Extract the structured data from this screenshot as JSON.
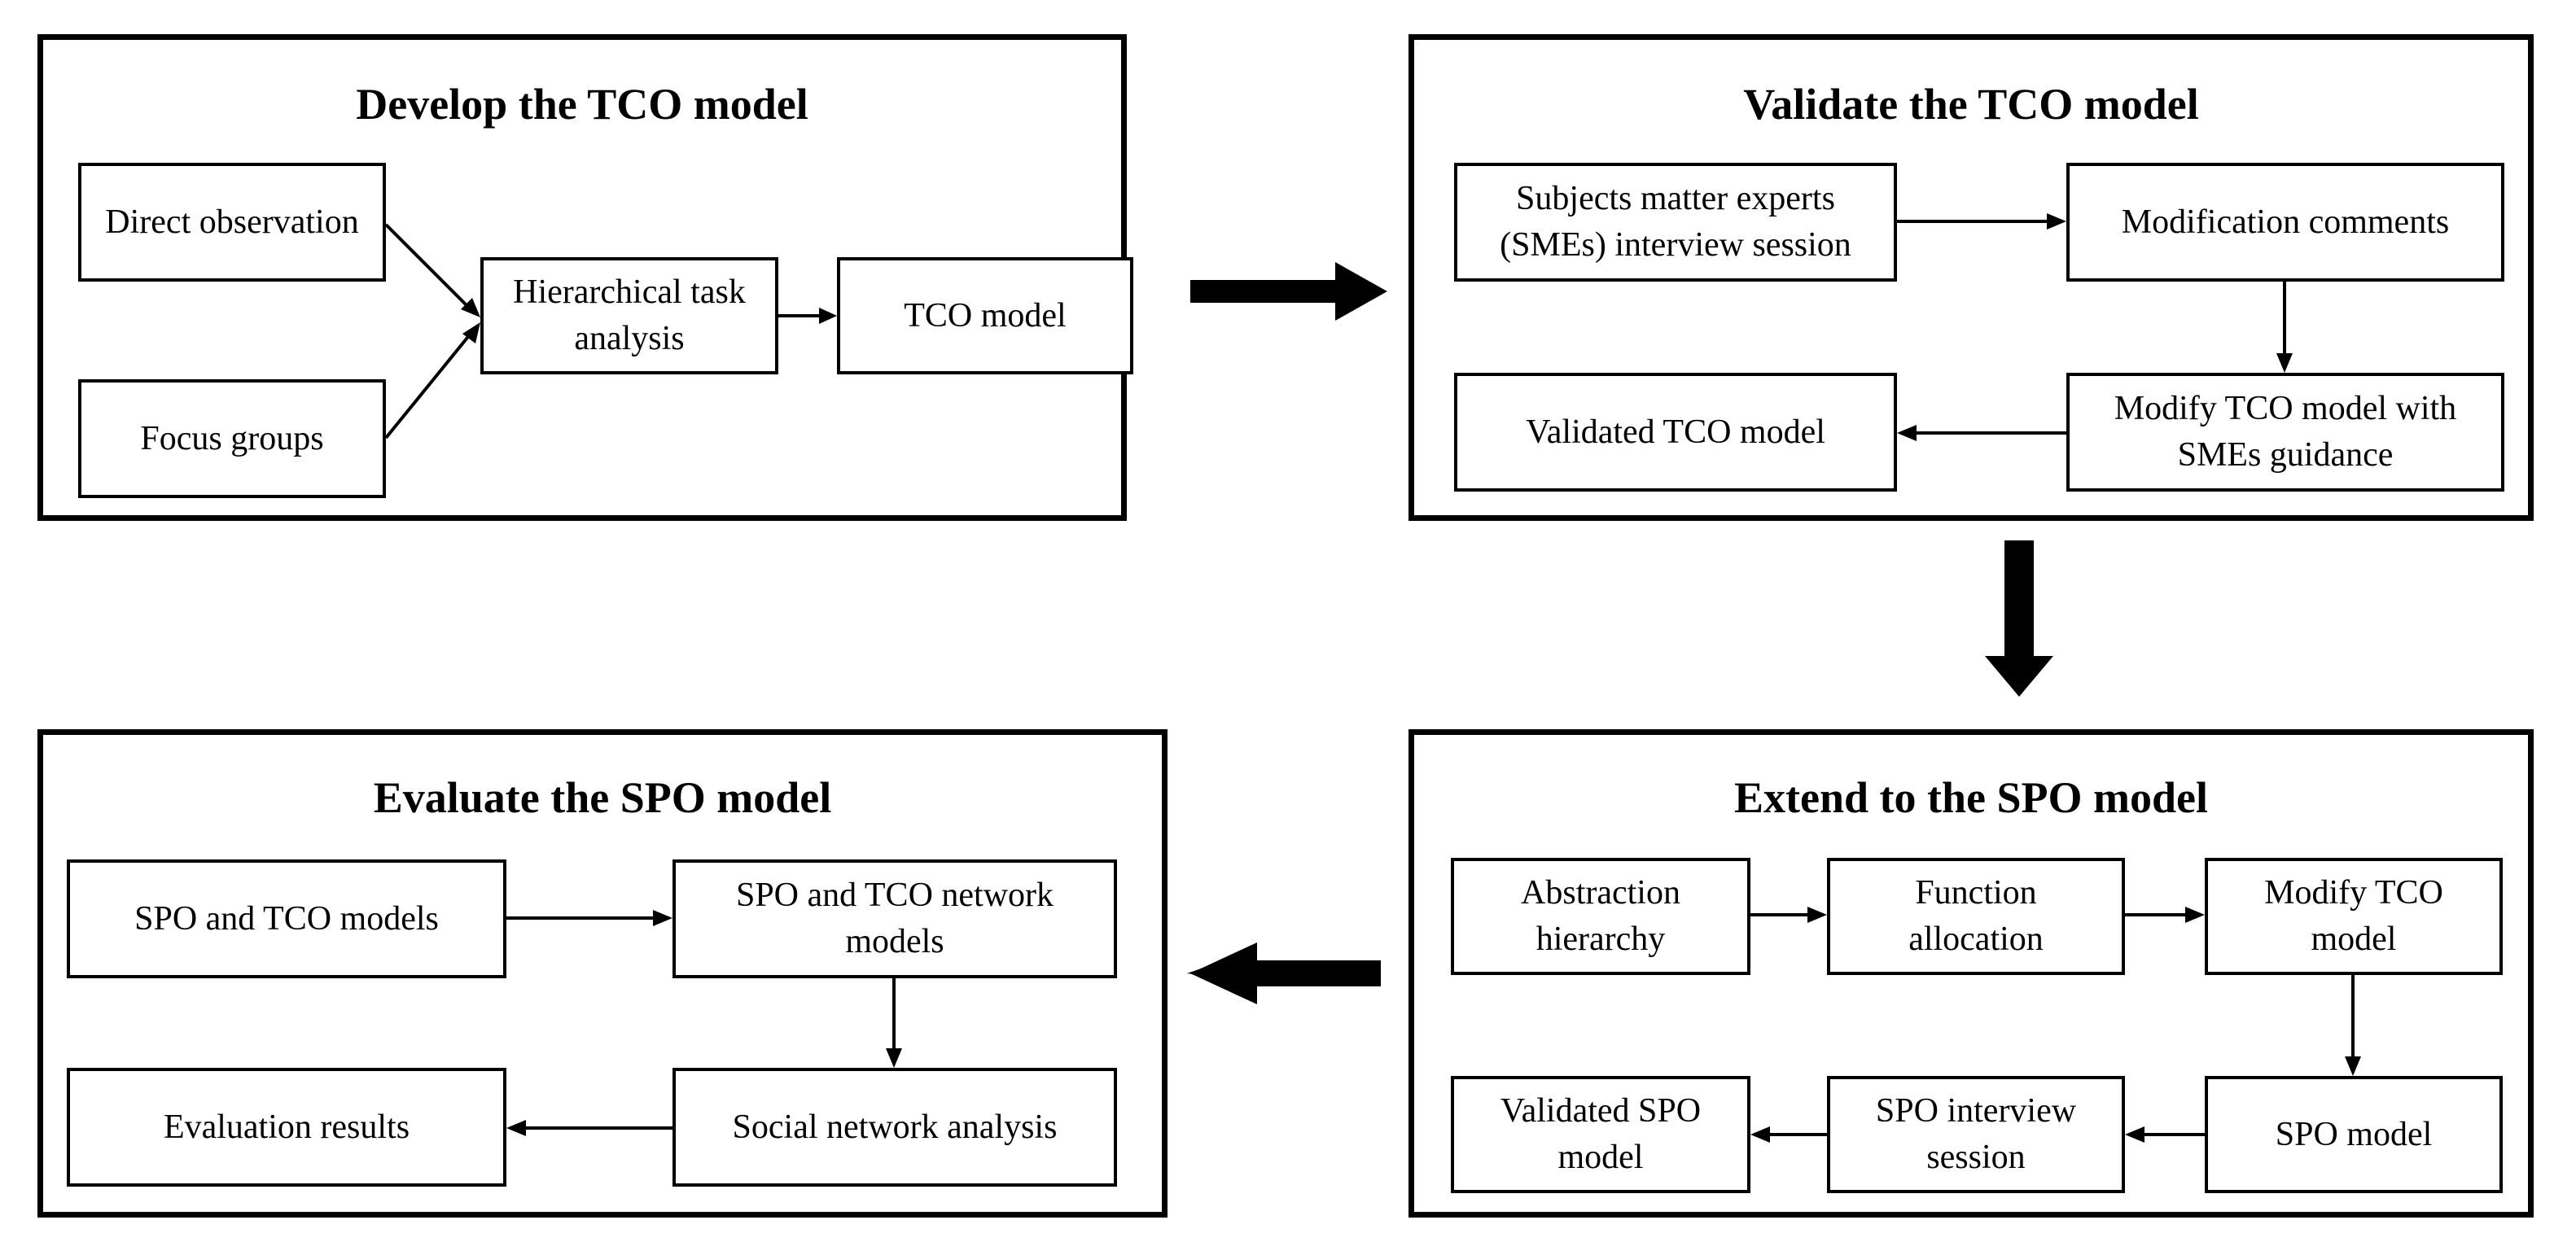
{
  "panels": {
    "develop": {
      "title": "Develop the TCO model",
      "direct_observation": "Direct observation",
      "focus_groups": "Focus groups",
      "hta": "Hierarchical task\nanalysis",
      "tco_model": "TCO model"
    },
    "validate": {
      "title": "Validate the TCO model",
      "sme_interview": "Subjects matter experts\n(SMEs) interview session",
      "modification_comments": "Modification comments",
      "modify_tco": "Modify TCO model with\nSMEs guidance",
      "validated_tco": "Validated TCO model"
    },
    "extend": {
      "title": "Extend to the SPO model",
      "abstraction_hierarchy": "Abstraction\nhierarchy",
      "function_allocation": "Function\nallocation",
      "modify_tco": "Modify TCO\nmodel",
      "spo_model": "SPO model",
      "spo_interview": "SPO interview\nsession",
      "validated_spo": "Validated SPO\nmodel"
    },
    "evaluate": {
      "title": "Evaluate the SPO model",
      "spo_tco_models": "SPO and TCO models",
      "network_models": "SPO and TCO network\nmodels",
      "sna": "Social network analysis",
      "evaluation_results": "Evaluation results"
    }
  }
}
